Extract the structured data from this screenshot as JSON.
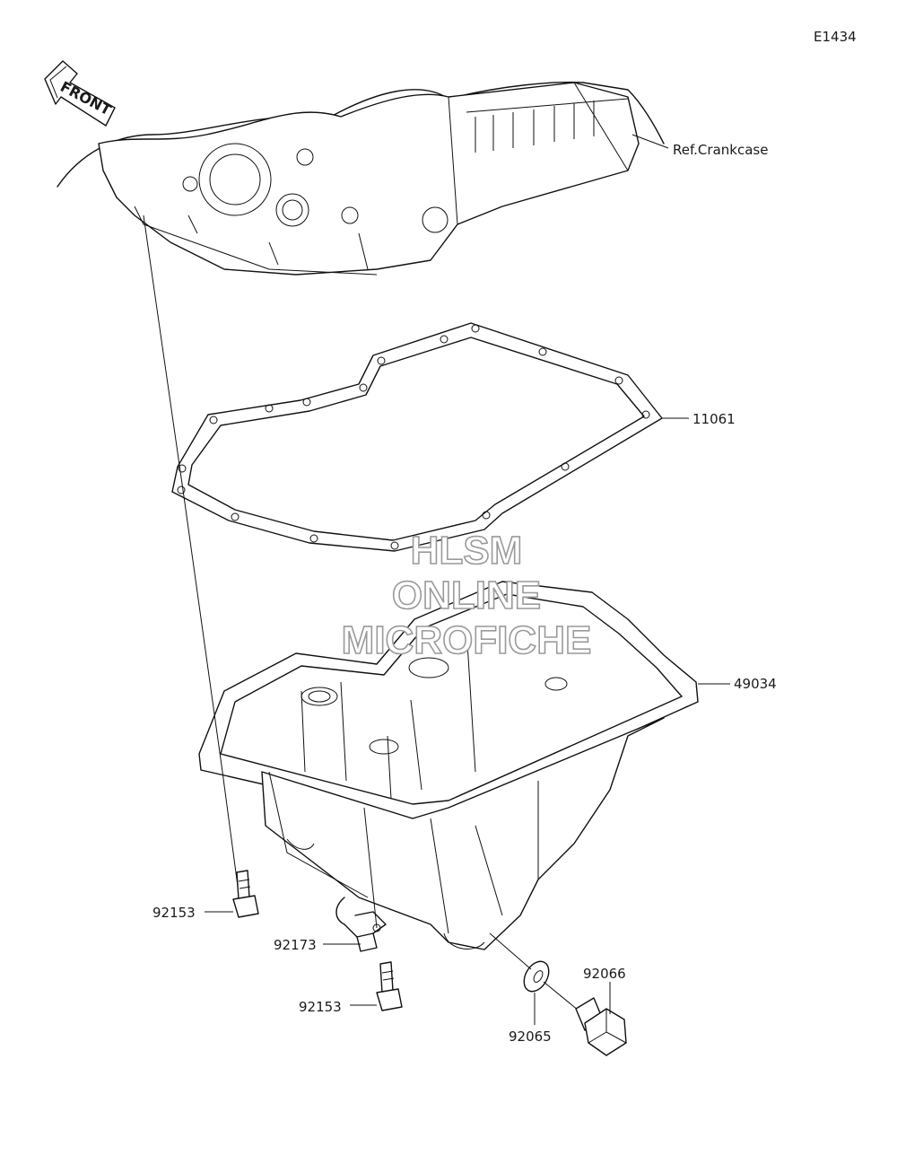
{
  "diagram": {
    "code": "E1434",
    "front_label": "FRONT",
    "watermark": [
      "HLSM",
      "ONLINE",
      "MICROFICHE"
    ],
    "callouts": {
      "crankcase": "Ref.Crankcase",
      "gasket": "11061",
      "oil_pan": "49034",
      "bolt_upper": "92153",
      "clamp": "92173",
      "bolt_lower": "92153",
      "washer": "92065",
      "drain_plug": "92066"
    }
  }
}
